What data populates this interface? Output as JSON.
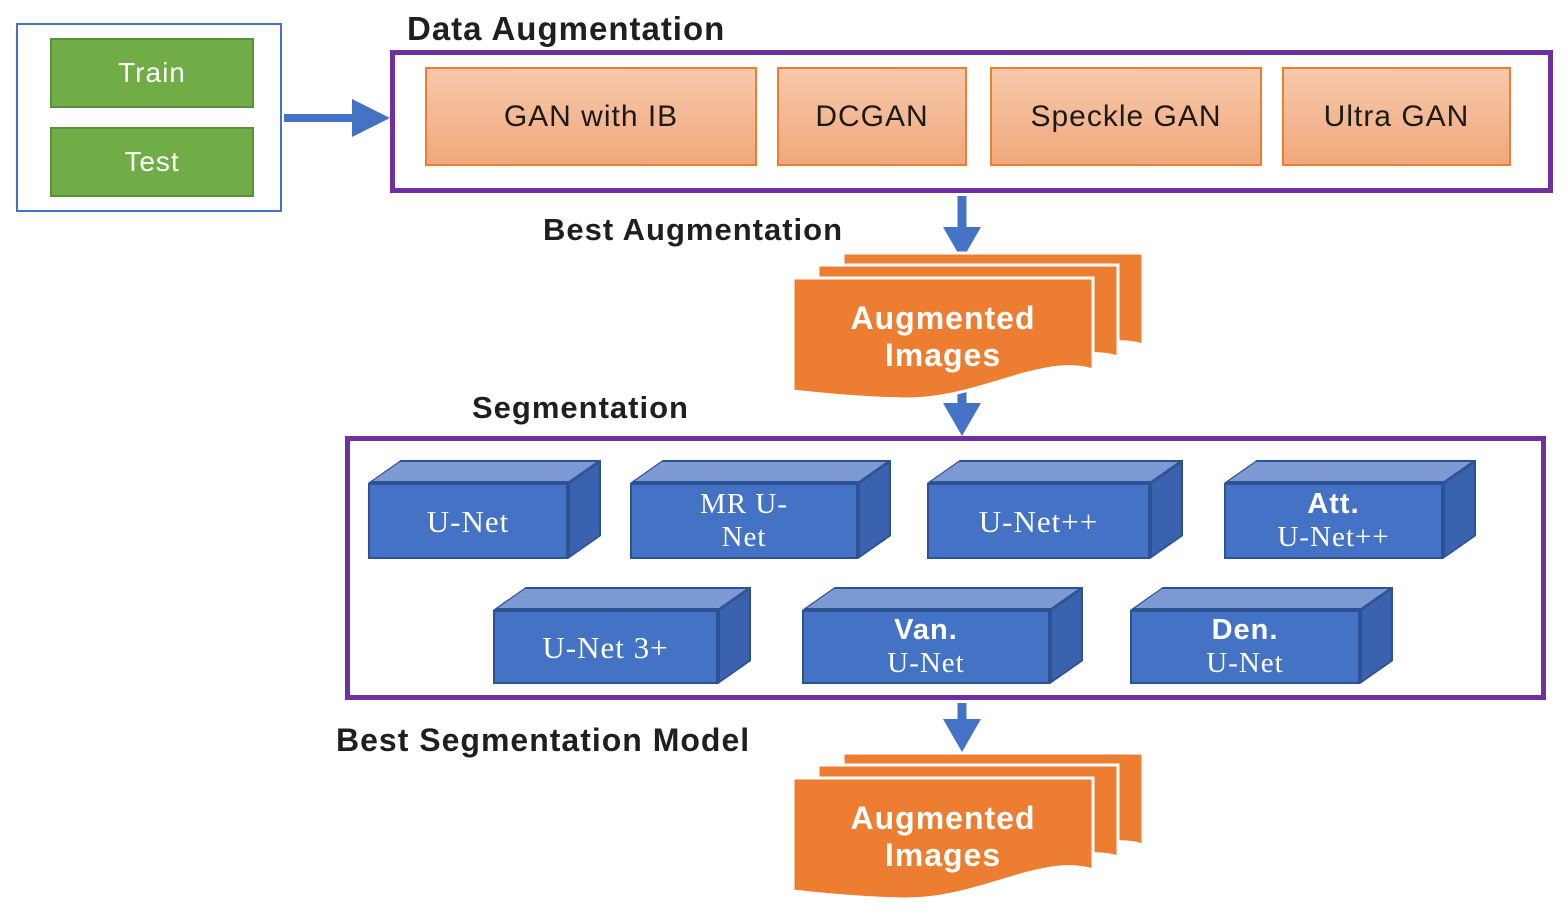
{
  "dataset": {
    "train_label": "Train",
    "test_label": "Test"
  },
  "augmentation": {
    "title": "Data Augmentation",
    "methods": [
      {
        "label": "GAN with IB"
      },
      {
        "label": "DCGAN"
      },
      {
        "label": "Speckle GAN"
      },
      {
        "label": "Ultra GAN"
      }
    ]
  },
  "flow": {
    "best_augmentation_label": "Best Augmentation",
    "best_segmentation_label": "Best Segmentation Model"
  },
  "augmented_images_top": {
    "line1": "Augmented",
    "line2": "Images"
  },
  "augmented_images_bottom": {
    "line1": "Augmented",
    "line2": "Images"
  },
  "segmentation": {
    "title": "Segmentation",
    "models_row1": [
      {
        "line1": "U-Net",
        "line2": ""
      },
      {
        "line1": "MR U-",
        "line2": "Net"
      },
      {
        "line1": "U-Net++",
        "line2": ""
      },
      {
        "line1": "Att.",
        "line2": "U-Net++"
      }
    ],
    "models_row2": [
      {
        "line1": "U-Net 3+",
        "line2": ""
      },
      {
        "line1": "Van.",
        "line2": "U-Net"
      },
      {
        "line1": "Den.",
        "line2": "U-Net"
      }
    ]
  },
  "colors": {
    "arrow_blue": "#4472c4",
    "purple_border": "#7030a0",
    "green_fill": "#70ad47",
    "orange_fill": "#f2b48d",
    "orange_border": "#ed7d31",
    "doc_orange": "#ed7d31",
    "box3d_front": "#4472c4",
    "box3d_top": "#7e9ad5"
  }
}
